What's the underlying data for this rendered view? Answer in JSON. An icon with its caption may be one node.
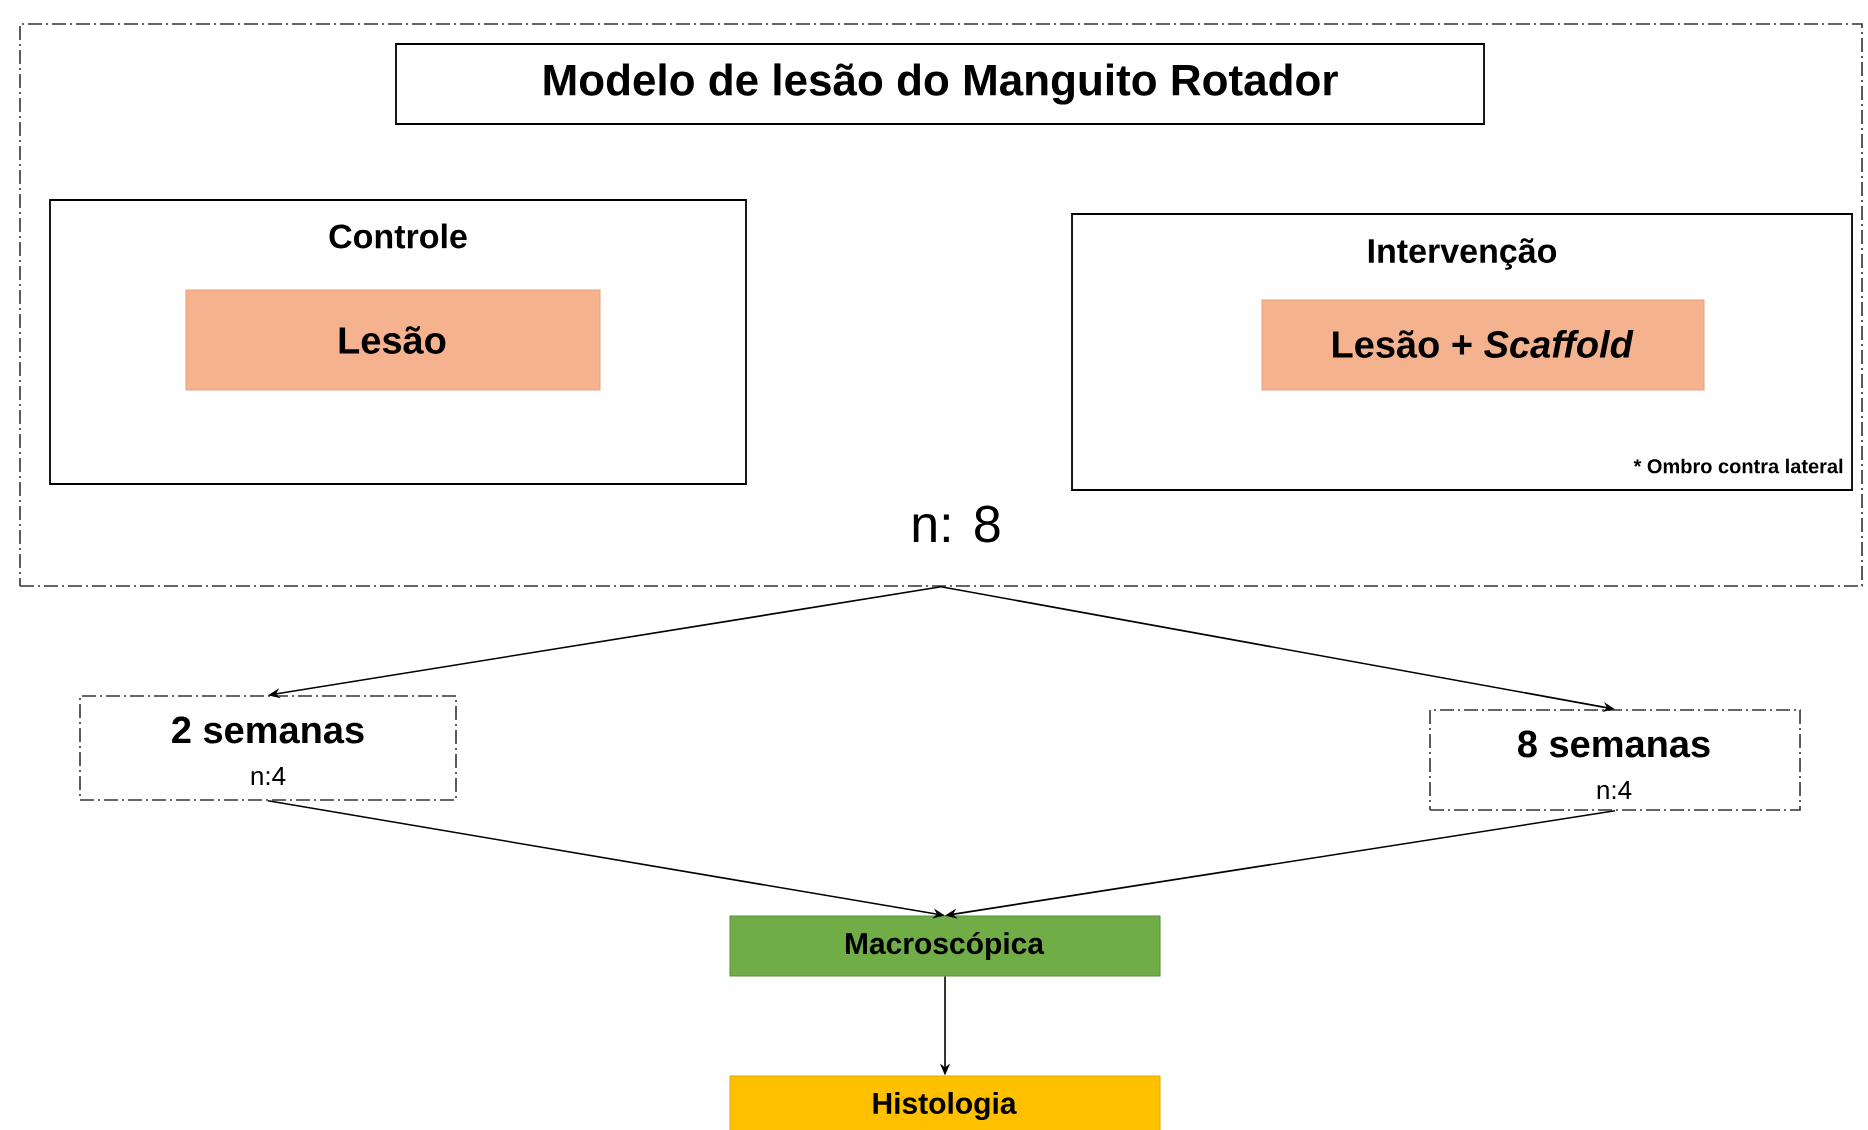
{
  "diagram": {
    "nodes": [
      {
        "text": [
          "n: 8"
        ]
      },
      {
        "text": [
          "Modelo de lesão do Manguito Rotador"
        ],
        "in": 0
      },
      {
        "text": [
          "Controle"
        ],
        "in": 0
      },
      {
        "text": [
          "Lesão"
        ],
        "in": 2
      },
      {
        "text": [
          "Intervenção",
          "* Ombro contra lateral"
        ],
        "in": 0
      },
      {
        "text": [
          "Lesão + *Scaffold*"
        ],
        "in": 4
      },
      {
        "text": [
          "2 semanas",
          "n:4"
        ]
      },
      {
        "text": [
          "8 semanas",
          "n:4"
        ]
      },
      {
        "text": [
          "Macroscópica"
        ]
      },
      {
        "text": [
          "Histologia"
        ]
      }
    ],
    "edges": [
      {
        "from": 0,
        "to": 6,
        "arrow": "to"
      },
      {
        "from": 0,
        "to": 7,
        "arrow": "to"
      },
      {
        "from": 6,
        "to": 8,
        "arrow": "to"
      },
      {
        "from": 7,
        "to": 8,
        "arrow": "to"
      },
      {
        "from": 8,
        "to": 9,
        "arrow": "to"
      }
    ]
  }
}
